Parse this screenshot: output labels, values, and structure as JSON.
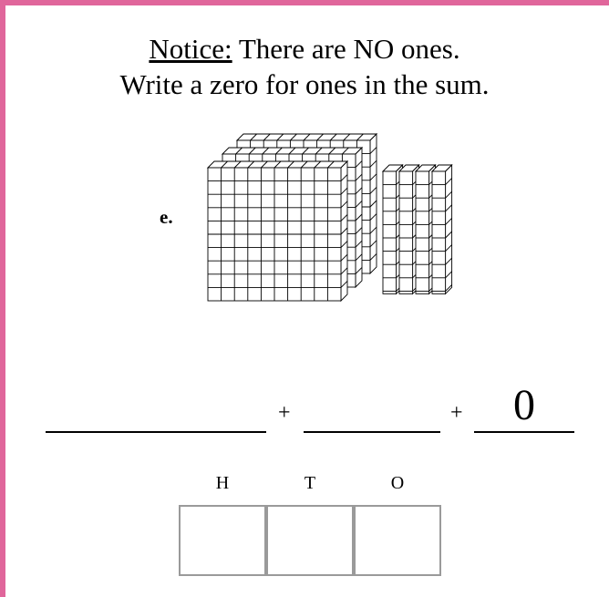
{
  "notice": {
    "label": "Notice:",
    "text": " There are NO ones."
  },
  "instruction": "Write a zero for ones in the sum.",
  "problem_letter": "e.",
  "blocks": {
    "hundreds_count": 3,
    "tens_count": 4,
    "ones_count": 0
  },
  "equation": {
    "plus_1": "+",
    "plus_2": "+",
    "ones_value": "0"
  },
  "place_value": {
    "columns": [
      "H",
      "T",
      "O"
    ]
  },
  "colors": {
    "border_accent": "#e0669b",
    "box_border": "#9a9a9a"
  }
}
